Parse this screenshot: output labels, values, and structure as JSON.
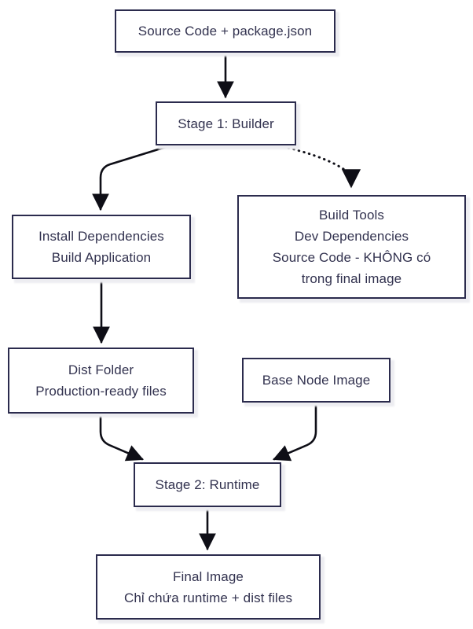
{
  "diagram": {
    "type": "flowchart",
    "nodes": {
      "source": {
        "lines": [
          "Source Code + package.json"
        ]
      },
      "builder": {
        "lines": [
          "Stage 1: Builder"
        ]
      },
      "install": {
        "lines": [
          "Install Dependencies",
          "Build Application"
        ]
      },
      "discarded": {
        "lines": [
          "Build Tools",
          "Dev Dependencies",
          "Source Code - KHÔNG có",
          "trong final image"
        ]
      },
      "dist": {
        "lines": [
          "Dist Folder",
          "Production-ready files"
        ]
      },
      "base": {
        "lines": [
          "Base Node Image"
        ]
      },
      "runtime": {
        "lines": [
          "Stage 2: Runtime"
        ]
      },
      "final": {
        "lines": [
          "Final Image",
          "Chỉ chứa runtime + dist files"
        ]
      }
    },
    "edges": [
      {
        "from": "source",
        "to": "builder",
        "style": "solid"
      },
      {
        "from": "builder",
        "to": "install",
        "style": "solid"
      },
      {
        "from": "builder",
        "to": "discarded",
        "style": "dotted"
      },
      {
        "from": "install",
        "to": "dist",
        "style": "solid"
      },
      {
        "from": "dist",
        "to": "runtime",
        "style": "solid"
      },
      {
        "from": "base",
        "to": "runtime",
        "style": "solid"
      },
      {
        "from": "runtime",
        "to": "final",
        "style": "solid"
      }
    ]
  },
  "colors": {
    "node_border": "#2b2b4d",
    "node_text": "#32324f",
    "node_fill": "#ffffff",
    "arrow": "#0e0e16",
    "shadow": "#ededf1",
    "background": "#ffffff"
  }
}
